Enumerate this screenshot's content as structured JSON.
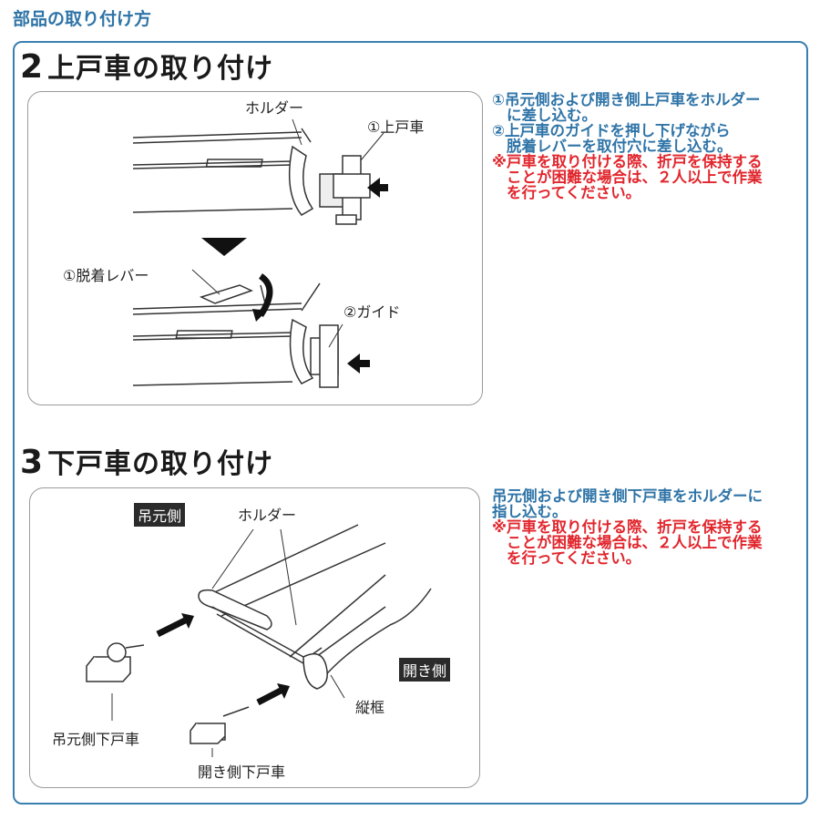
{
  "page_title": "部品の取り付け方",
  "section2": {
    "number": "2",
    "title": "上戸車の取り付け",
    "labels": {
      "holder": "ホルダー",
      "upper_roller": "①上戸車",
      "release_lever": "①脱着レバー",
      "guide": "②ガイド"
    },
    "steps": [
      "①吊元側および開き側上戸車をホルダー",
      "に差し込む。",
      "②上戸車のガイドを押し下げながら",
      "脱着レバーを取付穴に差し込む。"
    ],
    "note": [
      "※戸車を取り付ける際、折戸を保持する",
      "ことが困難な場合は、２人以上で作業",
      "を行ってください。"
    ]
  },
  "section3": {
    "number": "3",
    "title": "下戸車の取り付け",
    "labels": {
      "hinge_side": "吊元側",
      "open_side": "開き側",
      "holder": "ホルダー",
      "vertical_frame": "縦框",
      "hinge_lower_roller": "吊元側下戸車",
      "open_lower_roller": "開き側下戸車"
    },
    "steps": [
      "吊元側および開き側下戸車をホルダーに",
      "指し込む。"
    ],
    "note": [
      "※戸車を取り付ける際、折戸を保持する",
      "ことが困難な場合は、２人以上で作業",
      "を行ってください。"
    ]
  },
  "colors": {
    "accent_blue": "#2f74a7",
    "warning_red": "#e1262d",
    "border_blue": "#3a7fb0"
  }
}
